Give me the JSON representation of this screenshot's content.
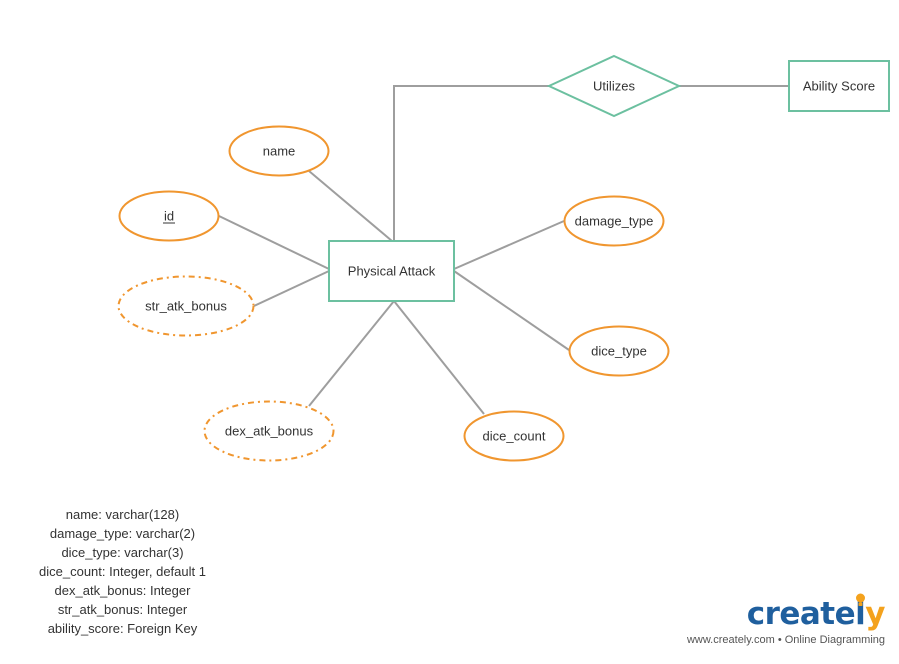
{
  "entities": {
    "physical_attack": "Physical Attack",
    "ability_score": "Ability Score"
  },
  "relationship": "Utilizes",
  "attributes": {
    "name": "name",
    "id": "id",
    "str_atk_bonus": "str_atk_bonus",
    "dex_atk_bonus": "dex_atk_bonus",
    "damage_type": "damage_type",
    "dice_type": "dice_type",
    "dice_count": "dice_count"
  },
  "notes": [
    "name: varchar(128)",
    "damage_type: varchar(2)",
    "dice_type: varchar(3)",
    "dice_count: Integer, default 1",
    "dex_atk_bonus: Integer",
    "str_atk_bonus: Integer",
    "ability_score: Foreign Key"
  ],
  "branding": {
    "logo_text": "creately",
    "tagline": "www.creately.com • Online Diagramming"
  },
  "colors": {
    "entity_stroke": "#6cc0a0",
    "attribute_stroke": "#f0962f",
    "connector": "#9e9e9e",
    "brand_blue": "#1f5f9e",
    "brand_orange": "#f4a21d"
  }
}
